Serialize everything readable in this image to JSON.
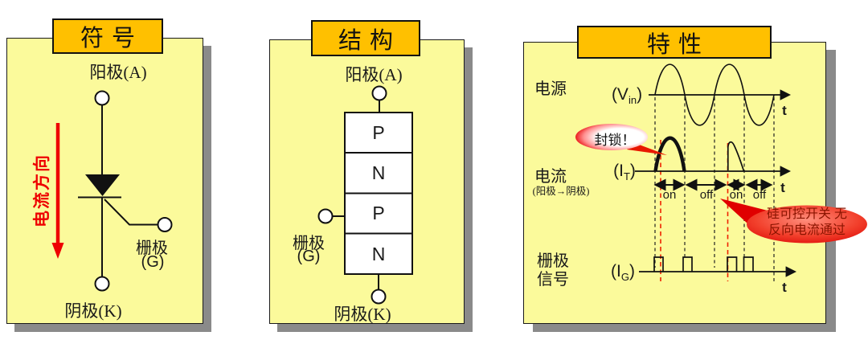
{
  "panels": {
    "symbol": {
      "title": "符号",
      "anode_label": "阳极(A)",
      "cathode_label": "阴极(K)",
      "gate_label": "栅极",
      "gate_terminal": "(G)",
      "current_direction_label": "电流方向"
    },
    "structure": {
      "title": "结构",
      "anode_label": "阳极(A)",
      "cathode_label": "阴极(K)",
      "gate_label": "栅极",
      "gate_terminal": "(G)",
      "layers": [
        "P",
        "N",
        "P",
        "N"
      ]
    },
    "characteristics": {
      "title": "特性",
      "source_label": "电源",
      "vin": {
        "pre": "(V",
        "sub": "in",
        "post": ")"
      },
      "current_label": "电流",
      "current_note": "(阳极→阴极)",
      "it": {
        "pre": "(I",
        "sub": "T",
        "post": ")"
      },
      "gate_label_line1": "栅极",
      "gate_label_line2": "信号",
      "ig": {
        "pre": "(I",
        "sub": "G",
        "post": ")"
      },
      "t_axis_label": "t",
      "blocked_callout": "封锁！",
      "note_callout_line1": "硅可控开关 无",
      "note_callout_line2": "反向电流通过",
      "regions": [
        "on",
        "off",
        "on",
        "off"
      ]
    }
  },
  "colors": {
    "panel_fill": "#FBFA9B",
    "title_fill": "#FFC000",
    "shadow": "#8A8A8A",
    "line_black": "#111111",
    "arrow_red": "#EE0000",
    "callout_red": "#E60000",
    "callout_text_dark_red": "#8A1400"
  }
}
